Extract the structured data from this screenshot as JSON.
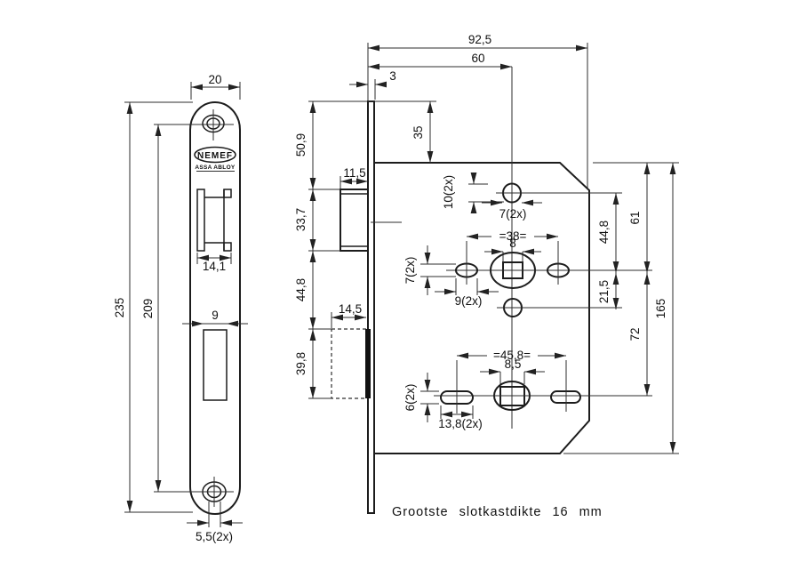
{
  "note": "Grootste slotkastdikte 16 mm",
  "logo": {
    "brand": "NEMEF",
    "parent": "ASSA ABLOY"
  },
  "front_view": {
    "plate_width": "20",
    "plate_height": "235",
    "screw_spacing": "209",
    "latch_cutout_width": "14,1",
    "bolt_cutout_width": "9",
    "screw_hole": "5,5(2x)"
  },
  "side_view": {
    "case_depth": "92,5",
    "backset": "60",
    "faceplate_thickness": "3",
    "plate_top_to_case": "35",
    "plate_top_to_latch": "50,9",
    "latch_height": "33,7",
    "latch_to_bolt": "44,8",
    "bolt_height": "39,8",
    "latch_protrusion": "11,5",
    "bolt_width": "14,5"
  },
  "case": {
    "top_hole_height": "10(2x)",
    "top_hole_width": "7(2x)",
    "handle_hole_spacing": "=38=",
    "follower_square": "8",
    "oval_height": "7(2x)",
    "oval_width": "9(2x)",
    "top_hole_to_follower": "44,8",
    "follower_to_cylinder": "21,5",
    "top_to_follower": "61",
    "follower_spacing": "72",
    "case_height": "165",
    "lower_hole_spacing": "=45,8=",
    "lower_square": "8,5",
    "slot_height": "6(2x)",
    "slot_width": "13,8(2x)"
  }
}
